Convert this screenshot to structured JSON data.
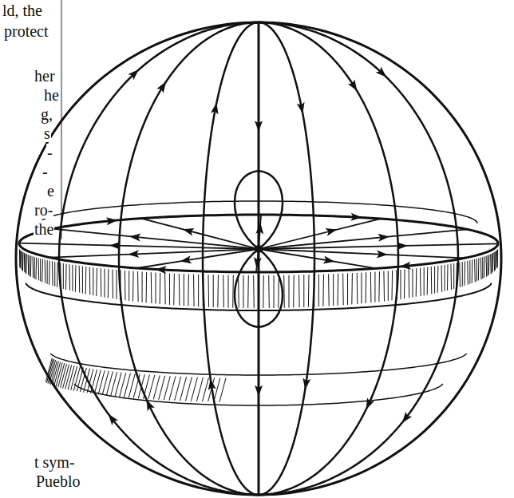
{
  "diagram": {
    "labels": [
      "ld, the",
      "protect",
      "her",
      "he",
      "g,",
      "s",
      "-",
      "-",
      "e",
      "ro-",
      "the",
      "t sym-",
      "Pueblo"
    ]
  }
}
